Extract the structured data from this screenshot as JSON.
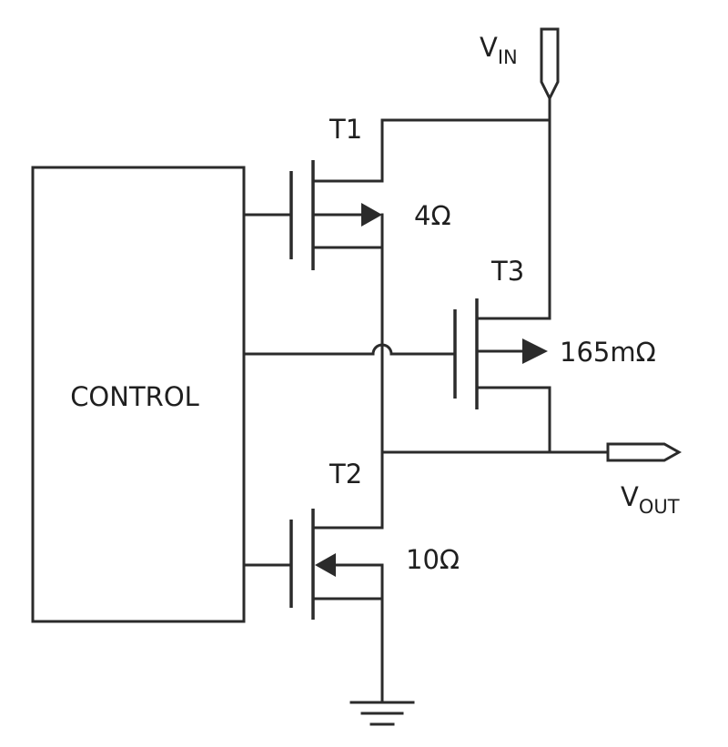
{
  "control_block": {
    "label": "CONTROL"
  },
  "transistors": [
    {
      "id": "t1",
      "name": "T1",
      "resistance": "4Ω"
    },
    {
      "id": "t2",
      "name": "T2",
      "resistance": "10Ω"
    },
    {
      "id": "t3",
      "name": "T3",
      "resistance": "165mΩ"
    }
  ],
  "terminals": {
    "vin": {
      "main": "V",
      "sub": "IN"
    },
    "vout": {
      "main": "V",
      "sub": "OUT"
    }
  },
  "colors": {
    "line": "#2b2b2b",
    "text": "#1f1f1f",
    "background": "#ffffff"
  }
}
